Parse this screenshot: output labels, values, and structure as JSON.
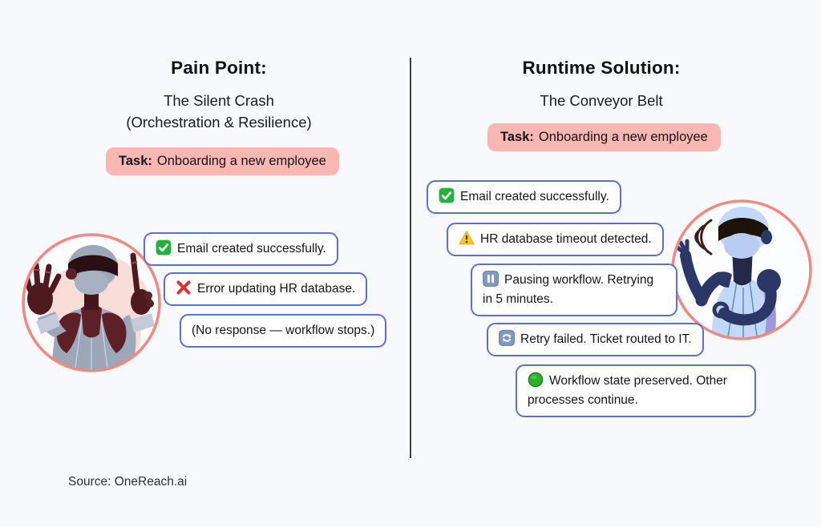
{
  "page": {
    "background": "#f8f9fd"
  },
  "colors": {
    "task_badge_bg": "#f8b7b2",
    "bubble_border": "#5e6fd4",
    "bubble_bg": "#ffffff",
    "divider": "#3f3f3f",
    "illustration_ring": "#f0897f",
    "success_green": "#23b33a",
    "error_red": "#da2f35",
    "warning_yellow": "#fdc52c",
    "control_blue": "#8098c5",
    "status_green": "#2daf2d",
    "text": "#161616"
  },
  "left_column": {
    "title": "Pain Point:",
    "subtitle_line1": "The Silent Crash",
    "subtitle_line2": "(Orchestration & Resilience)",
    "task_label": "Task:",
    "task_text": "Onboarding a new employee",
    "illustration": "worker-with-raised-hands-in-pink-ring",
    "bubbles": [
      {
        "icon": "check",
        "text": "Email created successfully."
      },
      {
        "icon": "cross",
        "text": "Error updating HR database."
      },
      {
        "icon": "none",
        "text": "(No response — workflow stops.)"
      }
    ]
  },
  "right_column": {
    "title": "Runtime Solution:",
    "subtitle_line1": "The Conveyor Belt",
    "task_label": "Task:",
    "task_text": "Onboarding a new employee",
    "illustration": "speaking-robot-in-pink-ring",
    "bubbles": [
      {
        "icon": "check",
        "text": "Email created successfully."
      },
      {
        "icon": "warning",
        "text": "HR database timeout detected."
      },
      {
        "icon": "pause",
        "text": "Pausing workflow. Retrying in 5 minutes."
      },
      {
        "icon": "retry",
        "text": "Retry failed. Ticket routed to IT."
      },
      {
        "icon": "green",
        "text": "Workflow state preserved. Other processes continue."
      }
    ]
  },
  "footer": {
    "source": "Source: OneReach.ai"
  }
}
